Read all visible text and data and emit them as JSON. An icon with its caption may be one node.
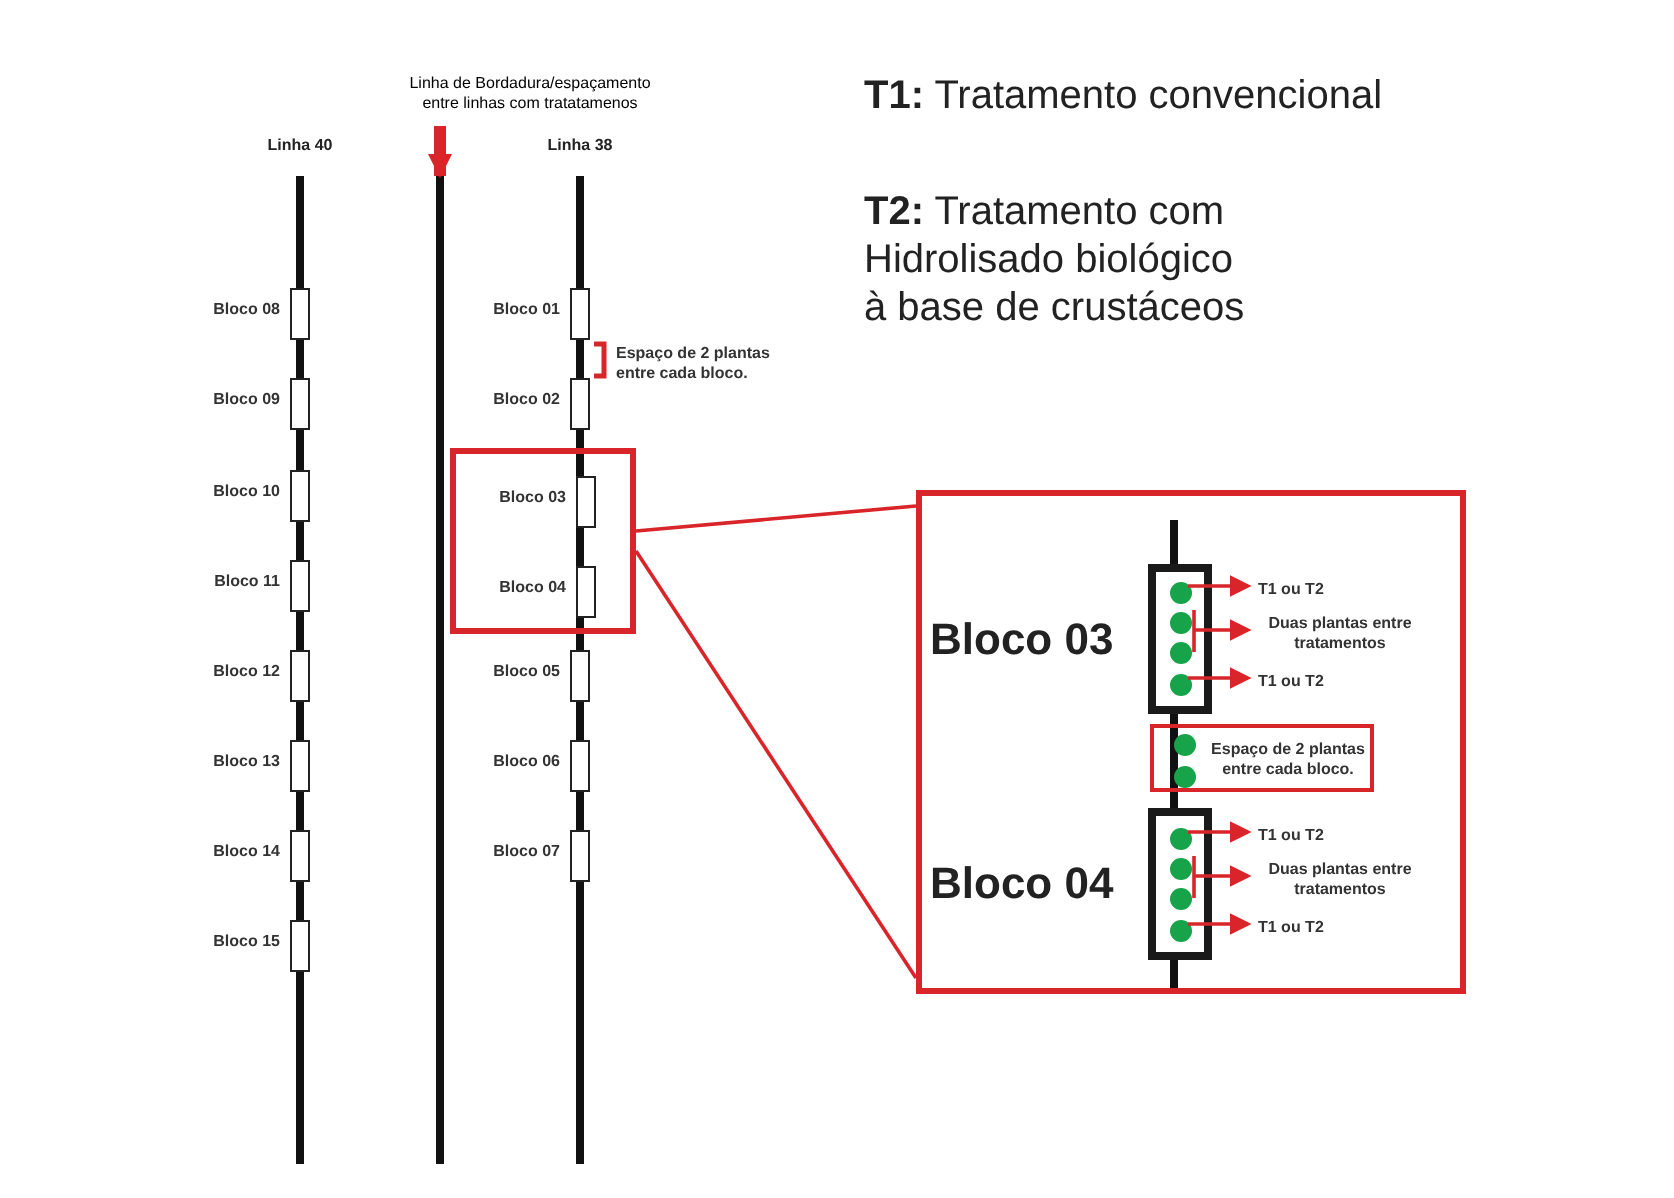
{
  "diagram": {
    "nodes": [
      {
        "text": [
          "Linha de Bordadura/espaçamento entre linhas com tratatamenos"
        ]
      },
      {
        "text": [],
        "shape": "bar"
      },
      {
        "text": [
          "Bloco 08"
        ]
      },
      {
        "text": [
          "Bloco 09"
        ]
      },
      {
        "text": [
          "Bloco 10"
        ]
      },
      {
        "text": [
          "Bloco 11"
        ]
      },
      {
        "text": [
          "Bloco 12"
        ]
      },
      {
        "text": [
          "Bloco 13"
        ]
      },
      {
        "text": [
          "Bloco 14"
        ]
      },
      {
        "text": [
          "Bloco 15"
        ]
      },
      {
        "text": [
          "Bloco 01"
        ]
      },
      {
        "text": [
          "Bloco 02"
        ]
      },
      {
        "text": [],
        "shape": "box"
      },
      {
        "text": [
          "Bloco 03"
        ],
        "in": 12
      },
      {
        "text": [
          "Bloco 04"
        ],
        "in": 12
      },
      {
        "text": [
          "Bloco 05"
        ]
      },
      {
        "text": [
          "Bloco 06"
        ]
      },
      {
        "text": [
          "Bloco 07"
        ]
      },
      {
        "text": [],
        "shape": "box"
      },
      {
        "text": [
          "Bloco 03"
        ],
        "in": 18
      },
      {
        "text": [],
        "shape": "circle",
        "in": 19
      },
      {
        "text": [],
        "shape": "circle",
        "in": 19
      },
      {
        "text": [],
        "shape": "circle",
        "in": 19
      },
      {
        "text": [],
        "shape": "circle",
        "in": 19
      },
      {
        "text": [
          "Espaço de 2 plantas entre cada bloco."
        ],
        "in": 18
      },
      {
        "text": [],
        "shape": "circle",
        "in": 24
      },
      {
        "text": [],
        "shape": "circle",
        "in": 24
      },
      {
        "text": [
          "Bloco 04"
        ],
        "in": 18
      },
      {
        "text": [],
        "shape": "circle",
        "in": 27
      },
      {
        "text": [],
        "shape": "circle",
        "in": 27
      },
      {
        "text": [],
        "shape": "circle",
        "in": 27
      },
      {
        "text": [],
        "shape": "circle",
        "in": 27
      },
      {
        "text": [
          "T1 ou T2"
        ],
        "in": 18
      },
      {
        "text": [
          "Duas plantas entre tratamentos"
        ],
        "in": 18
      },
      {
        "text": [
          "T1 ou T2"
        ],
        "in": 18
      },
      {
        "text": [
          "T1 ou T2"
        ],
        "in": 18
      },
      {
        "text": [
          "Duas plantas entre tratamentos"
        ],
        "in": 18
      },
      {
        "text": [
          "T1 ou T2"
        ],
        "in": 18
      }
    ],
    "edges": [
      {
        "from": 0,
        "to": 1,
        "arrow": "to",
        "style": "thick"
      },
      {
        "from": 12,
        "to": 18,
        "arrow": "none"
      },
      {
        "from": 12,
        "to": 18,
        "arrow": "none"
      },
      {
        "from": 20,
        "to": 32,
        "arrow": "to"
      },
      {
        "from": 21,
        "to": 33,
        "arrow": "to"
      },
      {
        "from": 22,
        "to": 33,
        "arrow": "to"
      },
      {
        "from": 23,
        "to": 34,
        "arrow": "to"
      },
      {
        "from": 28,
        "to": 35,
        "arrow": "to"
      },
      {
        "from": 29,
        "to": 36,
        "arrow": "to"
      },
      {
        "from": 30,
        "to": 36,
        "arrow": "to"
      },
      {
        "from": 31,
        "to": 37,
        "arrow": "to"
      }
    ],
    "labels": [
      "Linha 40",
      "Linha 38",
      "**T1:** Tratamento convencional",
      "**T2:** Tratamento com Hidrolisado biológico à base de crustáceos",
      "Espaço de 2 plantas entre cada bloco."
    ]
  }
}
